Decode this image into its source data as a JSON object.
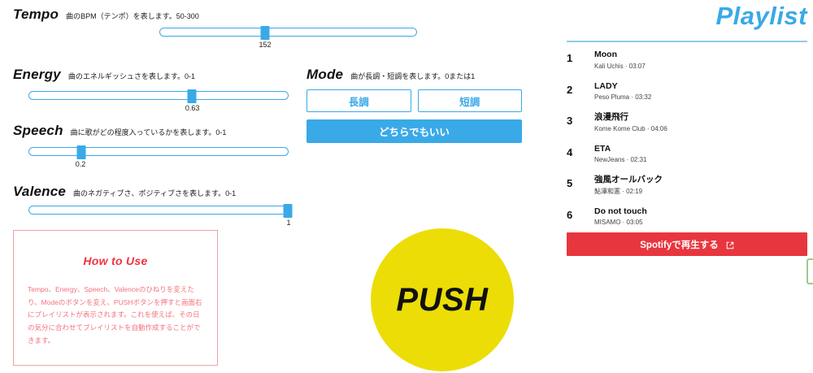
{
  "params": [
    {
      "name": "Tempo",
      "desc": "曲のBPM（テンポ）を表します。50-300",
      "value": "152",
      "pct": 41
    },
    {
      "name": "Energy",
      "desc": "曲のエネルギッシュさを表します。0-1",
      "value": "0.63",
      "pct": 63
    },
    {
      "name": "Speech",
      "desc": "曲に歌がどの程度入っているかを表します。0-1",
      "value": "0.2",
      "pct": 20
    },
    {
      "name": "Valence",
      "desc": "曲のネガティブさ、ポジティブさを表します。0-1",
      "value": "1",
      "pct": 100
    }
  ],
  "mode": {
    "name": "Mode",
    "desc": "曲が長調・短調を表します。0または1",
    "major_label": "長調",
    "minor_label": "短調",
    "either_label": "どちらでもいい"
  },
  "howto": {
    "title": "How to Use",
    "body": "Tempo、Energy、Speech、Valenceのひねりを変えたり、Modeのボタンを変え、PUSHボタンを押すと画面右にプレイリストが表示されます。これを使えば、その日の気分に合わせてプレイリストを自動作成することができます。"
  },
  "push": {
    "label": "PUSH"
  },
  "playlist": {
    "title": "Playlist",
    "tracks": [
      {
        "num": "1",
        "title": "Moon",
        "meta": "Kali Uchis · 03:07"
      },
      {
        "num": "2",
        "title": "LADY",
        "meta": "Peso Pluma · 03:32"
      },
      {
        "num": "3",
        "title": "浪漫飛行",
        "meta": "Kome Kome Club · 04:06"
      },
      {
        "num": "4",
        "title": "ETA",
        "meta": "NewJeans · 02:31"
      },
      {
        "num": "5",
        "title": "強風オールバック",
        "meta": "鮎澤和憲 · 02:19"
      },
      {
        "num": "6",
        "title": "Do not touch",
        "meta": "MISAMO · 03:05"
      }
    ],
    "spotify_label": "Spotifyで再生する"
  },
  "colors": {
    "accent_blue": "#3aa9e8",
    "push_yellow": "#ecdd06",
    "spotify_red": "#e8363f",
    "howto_pink": "#f4727b"
  }
}
